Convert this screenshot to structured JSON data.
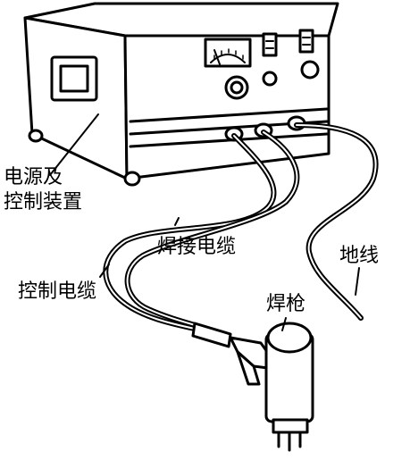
{
  "labels": {
    "power_supply_line1": "电源及",
    "power_supply_line2": "控制装置",
    "welding_cable": "焊接电缆",
    "ground_wire": "地线",
    "control_cable": "控制电缆",
    "welding_torch": "焊枪"
  },
  "colors": {
    "line": "#000000",
    "fill": "#ffffff"
  }
}
